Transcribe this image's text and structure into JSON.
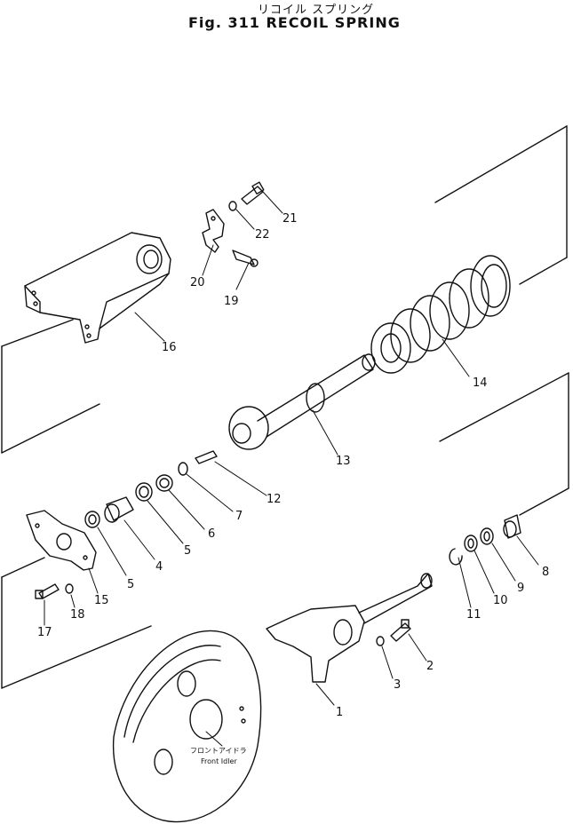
{
  "title_jp": "リコイル スプリング",
  "title": "Fig. 311 RECOIL SPRING",
  "callout_jp": "フロントアイドラ",
  "callout_en": "Front Idler",
  "part_labels": {
    "p1": "1",
    "p2": "2",
    "p3": "3",
    "p4": "4",
    "p5a": "5",
    "p5b": "5",
    "p6": "6",
    "p7": "7",
    "p8": "8",
    "p9": "9",
    "p10": "10",
    "p11": "11",
    "p12": "12",
    "p13": "13",
    "p14": "14",
    "p15": "15",
    "p16": "16",
    "p17": "17",
    "p18": "18",
    "p19": "19",
    "p20": "20",
    "p21": "21",
    "p22": "22"
  }
}
